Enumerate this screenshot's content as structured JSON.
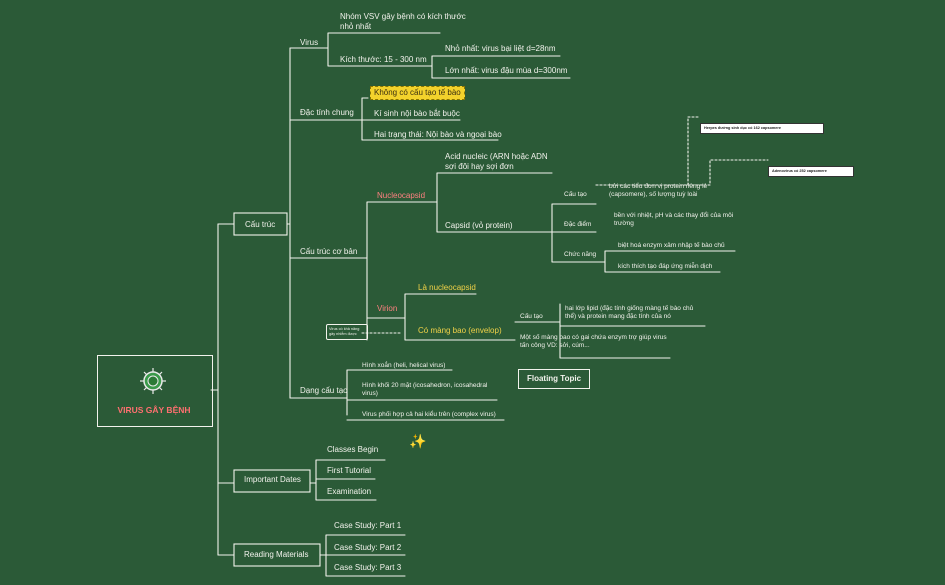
{
  "root": {
    "title": "VIRUS GÂY BỆNH",
    "icon": "virus-icon"
  },
  "branches": {
    "cau_truc": "Cấu trúc",
    "important_dates": "Important Dates",
    "reading_materials": "Reading Materials"
  },
  "virus": {
    "label": "Virus",
    "group": "Nhóm VSV gây bệnh có kích thước nhỏ nhất",
    "size": "Kích thước: 15 - 300 nm",
    "smallest": "Nhỏ nhất: virus bại liệt d=28nm",
    "largest": "Lớn nhất: virus đậu mùa d=300nm"
  },
  "dac_tinh": {
    "label": "Đặc tính chung",
    "items": [
      "Không có cấu tạo tế bào",
      "Kí sinh nội bào bắt buộc",
      "Hai trạng thái: Nội bào và ngoại bào"
    ]
  },
  "cau_truc_co_ban": {
    "label": "Cấu trúc cơ bản",
    "nucleocapsid": "Nucleocapsid",
    "acid": "Acid nucleic (ARN hoặc ADN sợi đôi  hay sợi đơn",
    "capsid": "Capsid (vỏ protein)",
    "cau_tao": "Cấu tạo",
    "cau_tao_text": "bởi các tiểu đơn vị protein riêng lẻ (capsomere), số lượng tuỳ loài",
    "dac_diem": "Đặc điểm",
    "dac_diem_text": "bền với nhiệt, pH và các thay đổi của môi trường",
    "chuc_nang": "Chức năng",
    "chuc_nang_items": [
      "biệt hoá enzym xâm nhập tế bào chủ",
      "kích thích tạo đáp ứng miễn dịch"
    ],
    "note1": "Herpes đường sinh dục có 162 capsomere",
    "note2": "Adenovirus có 252 capsomere",
    "virion": "Virion",
    "virion_note": "Virus có khả năng gây nhiễm được",
    "la_nucleocapsid": "Là nucleocapsid",
    "co_mang_bao": "Có màng bao (envelop)",
    "envelop_cau_tao": "Cấu tạo",
    "envelop_text1": "hai lớp lipid (đặc tính giống màng tế bào chủ thể) và protein mang đặc tính của nó",
    "envelop_text2": "Một số màng bao có gai chứa enzym trợ giúp virus tấn công VD: sởi, cúm..."
  },
  "dang_cau_tao": {
    "label": "Dạng cấu tạo",
    "items": [
      "Hình xoắn (heli, helical virus)",
      "Hình khối 20 mặt (icosahedron, icosahedral virus)",
      "Virus phối hợp cả hai kiểu trên (complex virus)"
    ]
  },
  "dates": [
    "Classes Begin",
    "First Tutorial",
    "Examination"
  ],
  "readings": [
    "Case Study: Part 1",
    "Case Study: Part 2",
    "Case Study: Part 3"
  ],
  "floating_topic": "Floating Topic",
  "colors": {
    "background": "#2b5a37",
    "line": "#f2f2ec",
    "root_title": "#ff7070",
    "accent_red": "#ff8080",
    "accent_yellow": "#f1d248",
    "highlight": "#f3d22c"
  }
}
